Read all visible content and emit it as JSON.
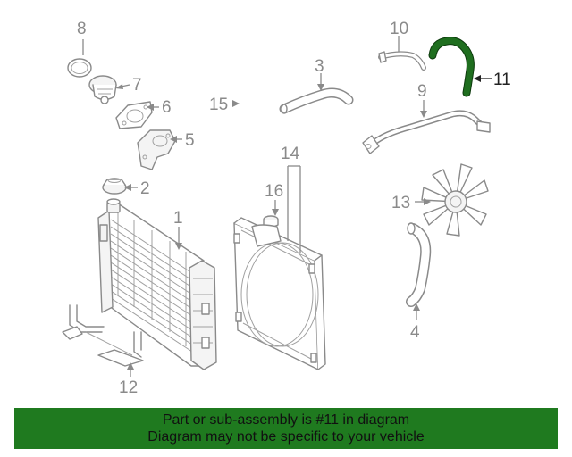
{
  "diagram": {
    "callouts": [
      {
        "id": "1",
        "label": "1"
      },
      {
        "id": "2",
        "label": "2"
      },
      {
        "id": "3",
        "label": "3"
      },
      {
        "id": "4",
        "label": "4"
      },
      {
        "id": "5",
        "label": "5"
      },
      {
        "id": "6",
        "label": "6"
      },
      {
        "id": "7",
        "label": "7"
      },
      {
        "id": "8",
        "label": "8"
      },
      {
        "id": "9",
        "label": "9"
      },
      {
        "id": "10",
        "label": "10"
      },
      {
        "id": "11",
        "label": "11"
      },
      {
        "id": "12",
        "label": "12"
      },
      {
        "id": "13",
        "label": "13"
      },
      {
        "id": "14",
        "label": "14"
      },
      {
        "id": "15",
        "label": "15"
      },
      {
        "id": "16",
        "label": "16"
      }
    ],
    "highlight_color": "#1f6e1f"
  },
  "banner": {
    "line1": "Part or sub-assembly is #11 in diagram",
    "line2": "Diagram may not be specific to your vehicle",
    "background": "#1f7a1f"
  }
}
